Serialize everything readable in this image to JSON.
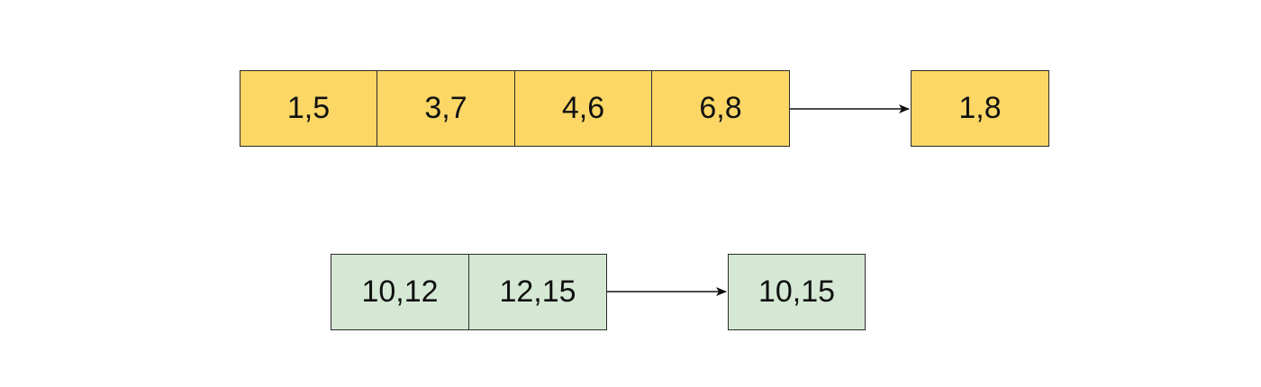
{
  "colors": {
    "top_fill": "#fcd766",
    "bottom_fill": "#d5e8d4",
    "stroke": "#2b2b2b"
  },
  "rows": [
    {
      "inputs": [
        "1,5",
        "3,7",
        "4,6",
        "6,8"
      ],
      "output": "1,8"
    },
    {
      "inputs": [
        "10,12",
        "12,15"
      ],
      "output": "10,15"
    }
  ]
}
